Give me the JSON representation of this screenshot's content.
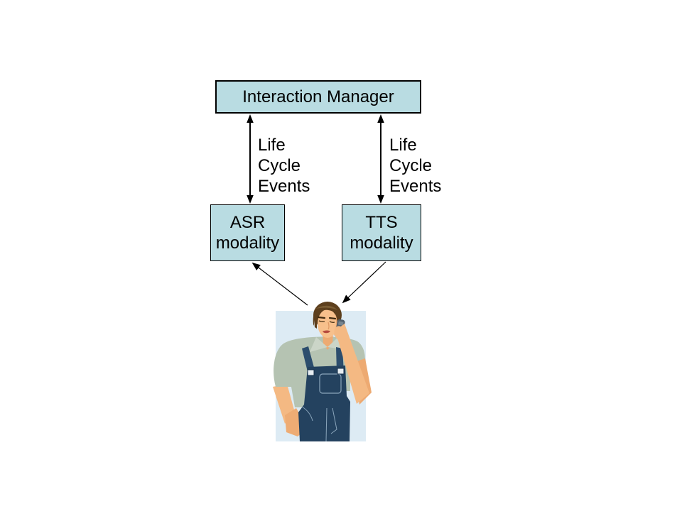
{
  "slide": {
    "background_color": "#ffffff",
    "nodes": {
      "manager": "Interaction Manager",
      "asr": "ASR\nmodality",
      "tts": "TTS\nmodality"
    },
    "edge_labels": {
      "left": "Life\nCycle\nEvents",
      "right": "Life\nCycle\nEvents"
    },
    "connections": [
      {
        "from": "Interaction Manager",
        "to": "ASR modality",
        "arrows": "both",
        "label": "Life Cycle Events"
      },
      {
        "from": "Interaction Manager",
        "to": "TTS modality",
        "arrows": "both",
        "label": "Life Cycle Events"
      },
      {
        "from": "user on phone",
        "to": "ASR modality",
        "arrows": "end",
        "label": ""
      },
      {
        "from": "TTS modality",
        "to": "user on phone",
        "arrows": "end",
        "label": ""
      }
    ],
    "colors": {
      "node_fill": "#b9dce2",
      "node_border": "#000000",
      "connector": "#000000",
      "illustration_backdrop": "#ddebf4",
      "skin": "#f4b983",
      "hair": "#5d3f1d",
      "shirt": "#b5c3b2",
      "overalls": "#24425f",
      "phone": "#515f6b"
    }
  }
}
